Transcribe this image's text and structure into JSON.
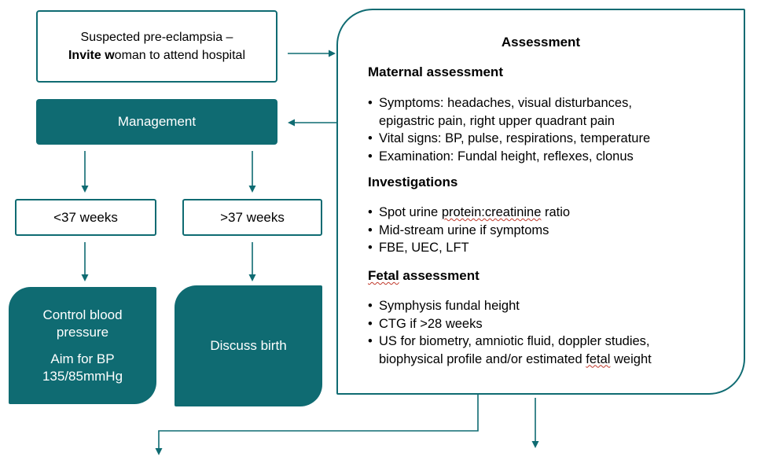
{
  "suspected": {
    "line1": "Suspected pre-eclampsia –",
    "line2_bold_a": "Invite w",
    "line2_rest": "oman to attend hospital"
  },
  "management": {
    "label": "Management"
  },
  "lt37": {
    "label": "<37 weeks"
  },
  "gt37": {
    "label": ">37 weeks"
  },
  "control": {
    "line1": "Control blood",
    "line2": "pressure",
    "line3": "Aim for BP",
    "line4": "135/85mmHg"
  },
  "discuss": {
    "label": "Discuss birth"
  },
  "assessment": {
    "title": "Assessment",
    "maternal_heading": "Maternal assessment",
    "maternal_items": {
      "symptoms_1": "Symptoms: headaches, visual disturbances,",
      "symptoms_2": "epigastric pain, right upper quadrant pain",
      "vitals": "Vital signs: BP, pulse, respirations, temperature",
      "exam": "Examination: Fundal height, reflexes, clonus"
    },
    "investigations_heading": "Investigations",
    "investigations_items": {
      "spot_a": "Spot urine ",
      "spot_b": "protein:creatinine",
      "spot_c": " ratio",
      "midstream": "Mid-stream urine if symptoms",
      "bloods": "FBE, UEC, LFT"
    },
    "fetal_heading_a": "Fetal",
    "fetal_heading_b": " assessment",
    "fetal_items": {
      "sfh": "Symphysis fundal height",
      "ctg": "CTG if >28 weeks",
      "us_1": "US for biometry, amniotic fluid, doppler studies,",
      "us_2a": "biophysical profile and/or estimated ",
      "us_2b": "fetal",
      "us_2c": " weight"
    }
  },
  "colors": {
    "teal": "#0f6b72",
    "spell_underline": "#c0392b"
  }
}
